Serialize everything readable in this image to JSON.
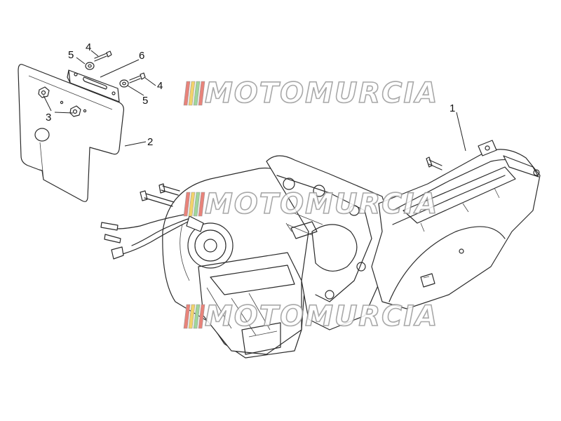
{
  "callouts": [
    {
      "id": "1",
      "label": "1"
    },
    {
      "id": "2",
      "label": "2"
    },
    {
      "id": "3",
      "label": "3"
    },
    {
      "id": "4a",
      "label": "4"
    },
    {
      "id": "4b",
      "label": "4"
    },
    {
      "id": "5a",
      "label": "5"
    },
    {
      "id": "5b",
      "label": "5"
    },
    {
      "id": "6",
      "label": "6"
    }
  ],
  "watermark": {
    "text": "MOTOMURCIA",
    "stripe_colors": [
      "#e8837a",
      "#f2d36b",
      "#9fd59a",
      "#e8837a"
    ]
  }
}
